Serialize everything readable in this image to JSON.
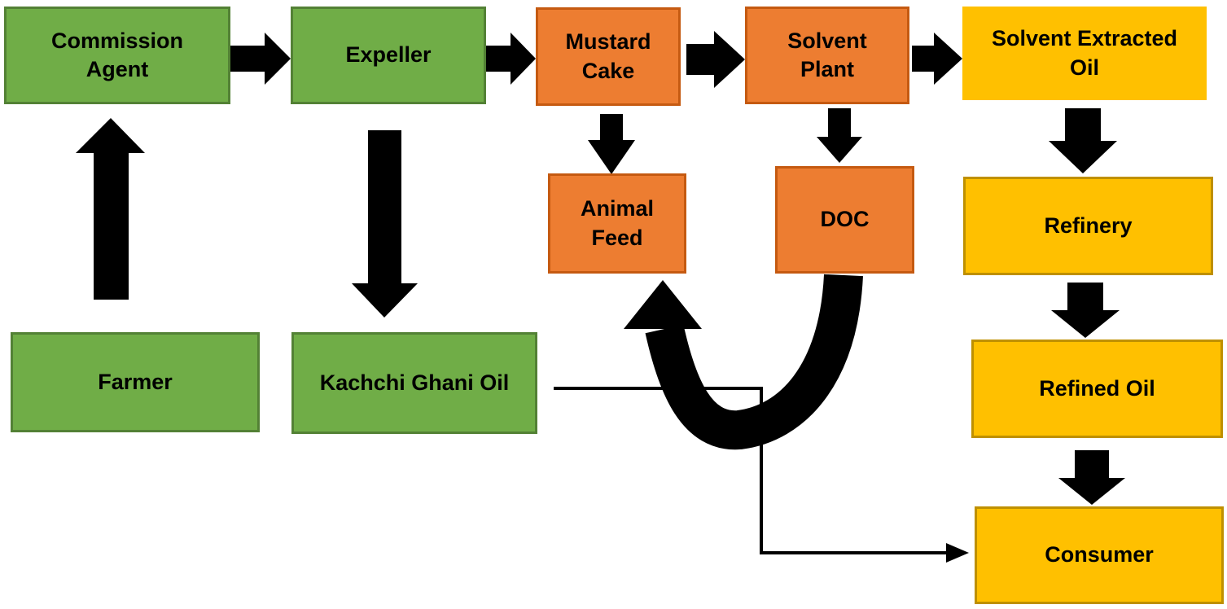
{
  "diagram": {
    "type": "flowchart",
    "colors": {
      "green_fill": "#70AD47",
      "green_border": "#538135",
      "orange_fill": "#ED7D31",
      "orange_border": "#C55A11",
      "yellow_fill": "#FFC000",
      "yellow_border": "#BF9000",
      "arrow": "#000000",
      "text": "#000000",
      "bg": "#FFFFFF"
    },
    "nodes": [
      {
        "id": "commission-agent",
        "label": "Commission\nAgent",
        "color_group": "green"
      },
      {
        "id": "expeller",
        "label": "Expeller",
        "color_group": "green"
      },
      {
        "id": "mustard-cake",
        "label": "Mustard\nCake",
        "color_group": "orange"
      },
      {
        "id": "solvent-plant",
        "label": "Solvent\nPlant",
        "color_group": "orange"
      },
      {
        "id": "solvent-extracted-oil",
        "label": "Solvent Extracted\nOil",
        "color_group": "yellow"
      },
      {
        "id": "animal-feed",
        "label": "Animal\nFeed",
        "color_group": "orange"
      },
      {
        "id": "doc",
        "label": "DOC",
        "color_group": "orange"
      },
      {
        "id": "refinery",
        "label": "Refinery",
        "color_group": "yellow"
      },
      {
        "id": "farmer",
        "label": "Farmer",
        "color_group": "green"
      },
      {
        "id": "kachchi-ghani-oil",
        "label": "Kachchi Ghani Oil",
        "color_group": "green"
      },
      {
        "id": "refined-oil",
        "label": "Refined Oil",
        "color_group": "yellow"
      },
      {
        "id": "consumer",
        "label": "Consumer",
        "color_group": "yellow"
      }
    ],
    "flows": [
      {
        "from": "farmer",
        "to": "commission-agent",
        "style": "block-arrow-up"
      },
      {
        "from": "commission-agent",
        "to": "expeller",
        "style": "block-arrow-right"
      },
      {
        "from": "expeller",
        "to": "mustard-cake",
        "style": "block-arrow-right"
      },
      {
        "from": "expeller",
        "to": "kachchi-ghani-oil",
        "style": "block-arrow-down-thick"
      },
      {
        "from": "mustard-cake",
        "to": "solvent-plant",
        "style": "block-arrow-right"
      },
      {
        "from": "mustard-cake",
        "to": "animal-feed",
        "style": "block-arrow-down"
      },
      {
        "from": "solvent-plant",
        "to": "solvent-extracted-oil",
        "style": "block-arrow-right"
      },
      {
        "from": "solvent-plant",
        "to": "doc",
        "style": "block-arrow-down"
      },
      {
        "from": "doc",
        "to": "animal-feed",
        "style": "thick-curved-u-arrow"
      },
      {
        "from": "solvent-extracted-oil",
        "to": "refinery",
        "style": "block-arrow-down"
      },
      {
        "from": "refinery",
        "to": "refined-oil",
        "style": "block-arrow-down"
      },
      {
        "from": "refined-oil",
        "to": "consumer",
        "style": "block-arrow-down"
      },
      {
        "from": "kachchi-ghani-oil",
        "to": "consumer",
        "style": "thin-elbow-arrow"
      }
    ]
  }
}
